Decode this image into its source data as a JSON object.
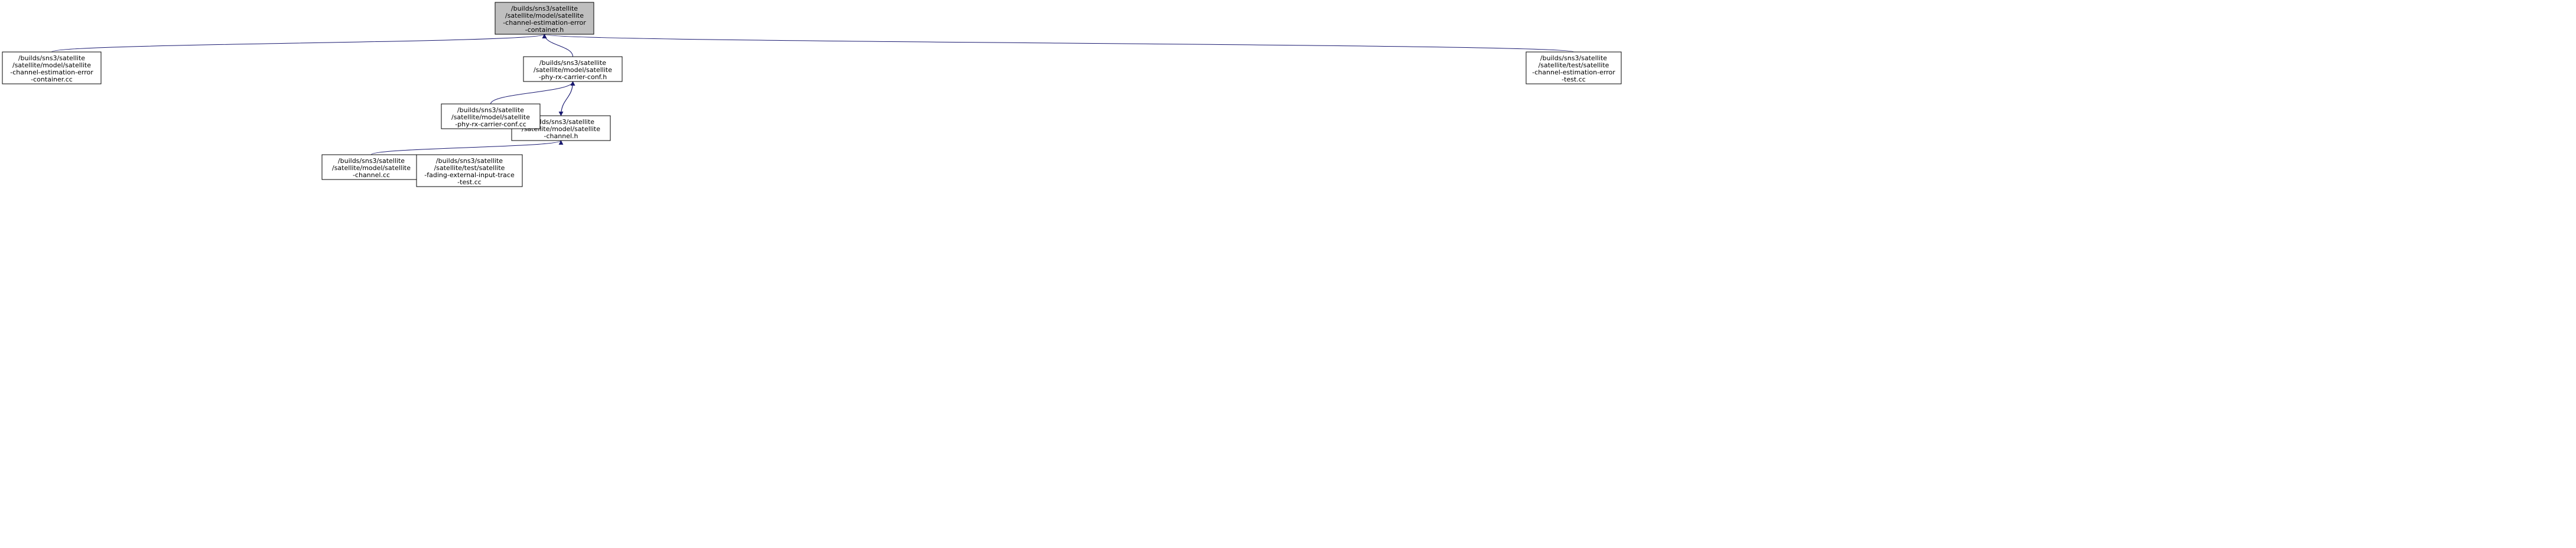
{
  "graph": {
    "colors": {
      "edge_blue": "#191970",
      "edge_black": "#000000",
      "edge_red": "#ff0000",
      "node_root_fill": "#bfbfbf",
      "node_root_stroke": "#000000",
      "node_fill": "#ffffff",
      "node_stroke": "#000000",
      "node_red_stroke": "#ff0000",
      "background": "#ffffff"
    },
    "nodes": [
      {
        "id": "root",
        "lines": [
          "/builds/sns3/satellite",
          "/satellite/model/satellite",
          "-channel-estimation-error",
          "-container.h"
        ],
        "style": "root"
      },
      {
        "id": "est_err_cc",
        "lines": [
          "/builds/sns3/satellite",
          "/satellite/model/satellite",
          "-channel-estimation-error",
          "-container.cc"
        ],
        "style": "normal"
      },
      {
        "id": "rx_carrier_conf_h",
        "lines": [
          "/builds/sns3/satellite",
          "/satellite/model/satellite",
          "-phy-rx-carrier-conf.h"
        ],
        "style": "normal"
      },
      {
        "id": "test_est_err_cc",
        "lines": [
          "/builds/sns3/satellite",
          "/satellite/test/satellite",
          "-channel-estimation-error",
          "-test.cc"
        ],
        "style": "normal"
      },
      {
        "id": "channel_h",
        "lines": [
          "/builds/sns3/satellite",
          "/satellite/model/satellite",
          "-channel.h"
        ],
        "style": "normal"
      },
      {
        "id": "rx_carrier_conf_cc",
        "lines": [
          "/builds/sns3/satellite",
          "/satellite/model/satellite",
          "-phy-rx-carrier-conf.cc"
        ],
        "style": "normal"
      },
      {
        "id": "channel_cc",
        "lines": [
          "/builds/sns3/satellite",
          "/satellite/model/satellite",
          "-channel.cc"
        ],
        "style": "normal"
      },
      {
        "id": "fading_trace_test",
        "lines": [
          "/builds/sns3/satellite",
          "/satellite/test/satellite",
          "-fading-external-input-trace",
          "-test.cc"
        ],
        "style": "normal"
      }
    ],
    "edges": [
      {
        "from": "est_err_cc",
        "to": "root",
        "color": "blue"
      },
      {
        "from": "rx_carrier_conf_h",
        "to": "root",
        "color": "blue"
      },
      {
        "from": "test_est_err_cc",
        "to": "root",
        "color": "blue"
      },
      {
        "from": "channel_h",
        "to": "rx_carrier_conf_h",
        "color": "blue"
      },
      {
        "from": "rx_carrier_conf_h",
        "to": "channel_h",
        "color": "blue"
      },
      {
        "from": "rx_carrier_conf_cc",
        "to": "rx_carrier_conf_h",
        "color": "blue"
      },
      {
        "from": "rx_carrier_conf_cc",
        "to": "channel_h",
        "color": "blue"
      },
      {
        "from": "channel_cc",
        "to": "channel_h",
        "color": "blue"
      }
    ]
  }
}
